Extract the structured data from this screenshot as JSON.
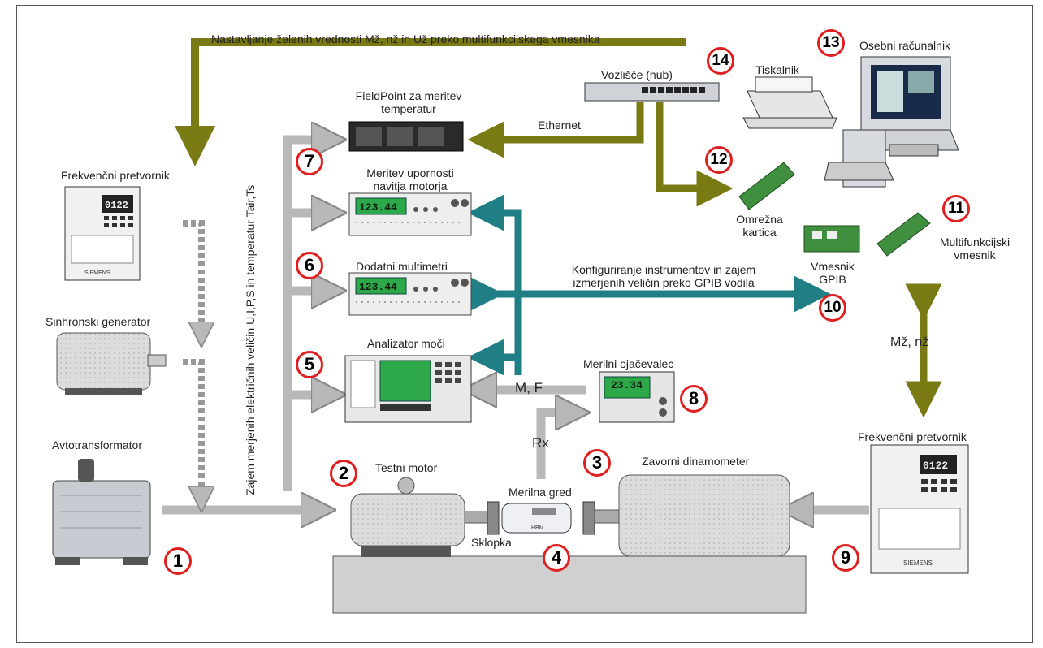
{
  "top_note": "Nastavljanje želenih vrednosti Mž, nž in Už preko multifunkcijskega vmesnika",
  "labels": {
    "freq_left": "Frekvenčni pretvornik",
    "sync_gen": "Sinhronski generator",
    "autotrans": "Avtotransformator",
    "fieldpoint_1": "FieldPoint za meritev",
    "fieldpoint_2": "temperatur",
    "ethernet": "Ethernet",
    "hub": "Vozlišče (hub)",
    "printer": "Tiskalnik",
    "pc": "Osebni računalnik",
    "resist_1": "Meritev upornosti",
    "resist_2": "navitja motorja",
    "extra_mm": "Dodatni multimetri",
    "power_an": "Analizator moči",
    "amp": "Merilni ojačevalec",
    "mf": "M, F",
    "rx": "Rx",
    "net_card_1": "Omrežna",
    "net_card_2": "kartica",
    "gpib_1": "Vmesnik",
    "gpib_2": "GPIB",
    "multi_1": "Multifunkcijski",
    "multi_2": "vmesnik",
    "gpib_note_1": "Konfiguriranje instrumentov in zajem",
    "gpib_note_2": "izmerjenih veličin preko GPIB vodila",
    "setpoints": "Mž, nž",
    "test_motor": "Testni motor",
    "shaft": "Merilna gred",
    "coupling": "Sklopka",
    "dyno": "Zavorni dinamometer",
    "freq_right": "Frekvenčni pretvornik",
    "vertical": "Zajem merjenih električnih veličin U,I,P,S in temperatur Tair,Ts",
    "display_1": "123.44",
    "display_2": "123.44",
    "display_amp": "23.34",
    "display_vfd": "0122",
    "brand": "SIEMENS",
    "hbm": "HBM"
  },
  "numbers": [
    "1",
    "2",
    "3",
    "4",
    "5",
    "6",
    "7",
    "8",
    "9",
    "10",
    "11",
    "12",
    "13",
    "14"
  ],
  "colors": {
    "olive_arrow": "#7a7a14",
    "teal_arrow": "#1f7f84",
    "gray_arrow": "#b8b8b8",
    "marker_ring": "#e02020"
  }
}
